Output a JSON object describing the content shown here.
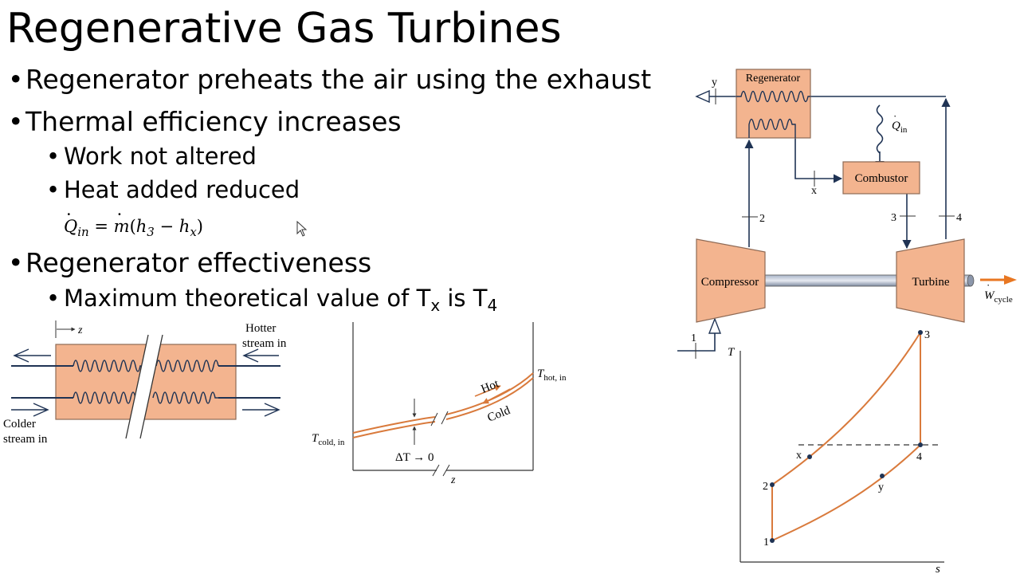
{
  "slide": {
    "title": "Regenerative Gas Turbines",
    "bullets": {
      "b1": "Regenerator preheats the air using the exhaust",
      "b2": "Thermal efficiency increases",
      "b2a": "Work not altered",
      "b2b": "Heat added reduced",
      "b3": "Regenerator effectiveness",
      "b3a_pre": "Maximum theoretical value of T",
      "b3a_sub1": "x",
      "b3a_mid": " is T",
      "b3a_sub2": "4"
    },
    "formula": {
      "lhs": "Q",
      "lhs_sub": "in",
      "eq": " = ",
      "m": "m",
      "open": "(",
      "h3": "h",
      "h3_sub": "3",
      "minus": " − ",
      "hx": "h",
      "hx_sub": "x",
      "close": ")"
    }
  },
  "hx_diagram": {
    "z_label": "z",
    "hotter_1": "Hotter",
    "hotter_2": "stream in",
    "colder_1": "Colder",
    "colder_2": "stream in"
  },
  "temp_profile": {
    "hot": "Hot",
    "cold": "Cold",
    "t_hot": "T",
    "t_hot_sub": "hot, in",
    "t_cold": "T",
    "t_cold_sub": "cold, in",
    "delta_t": "ΔT → 0",
    "z": "z"
  },
  "cycle": {
    "regenerator": "Regenerator",
    "combustor": "Combustor",
    "compressor": "Compressor",
    "turbine": "Turbine",
    "q_in": "Q",
    "q_in_sub": "in",
    "w_cycle": "W",
    "w_cycle_sub": "cycle",
    "states": {
      "s1": "1",
      "s2": "2",
      "s3": "3",
      "s4": "4",
      "sx": "x",
      "sy": "y"
    }
  },
  "ts_diagram": {
    "t_axis": "T",
    "s_axis": "s",
    "points": {
      "p1": "1",
      "p2": "2",
      "p3": "3",
      "p4": "4",
      "px": "x",
      "py": "y"
    }
  },
  "colors": {
    "device_fill": "#f3b48f",
    "device_stroke": "#8e6a55",
    "orange_line": "#d97a3c",
    "arrow_orange": "#e87722",
    "pipe": "#1f3354"
  }
}
